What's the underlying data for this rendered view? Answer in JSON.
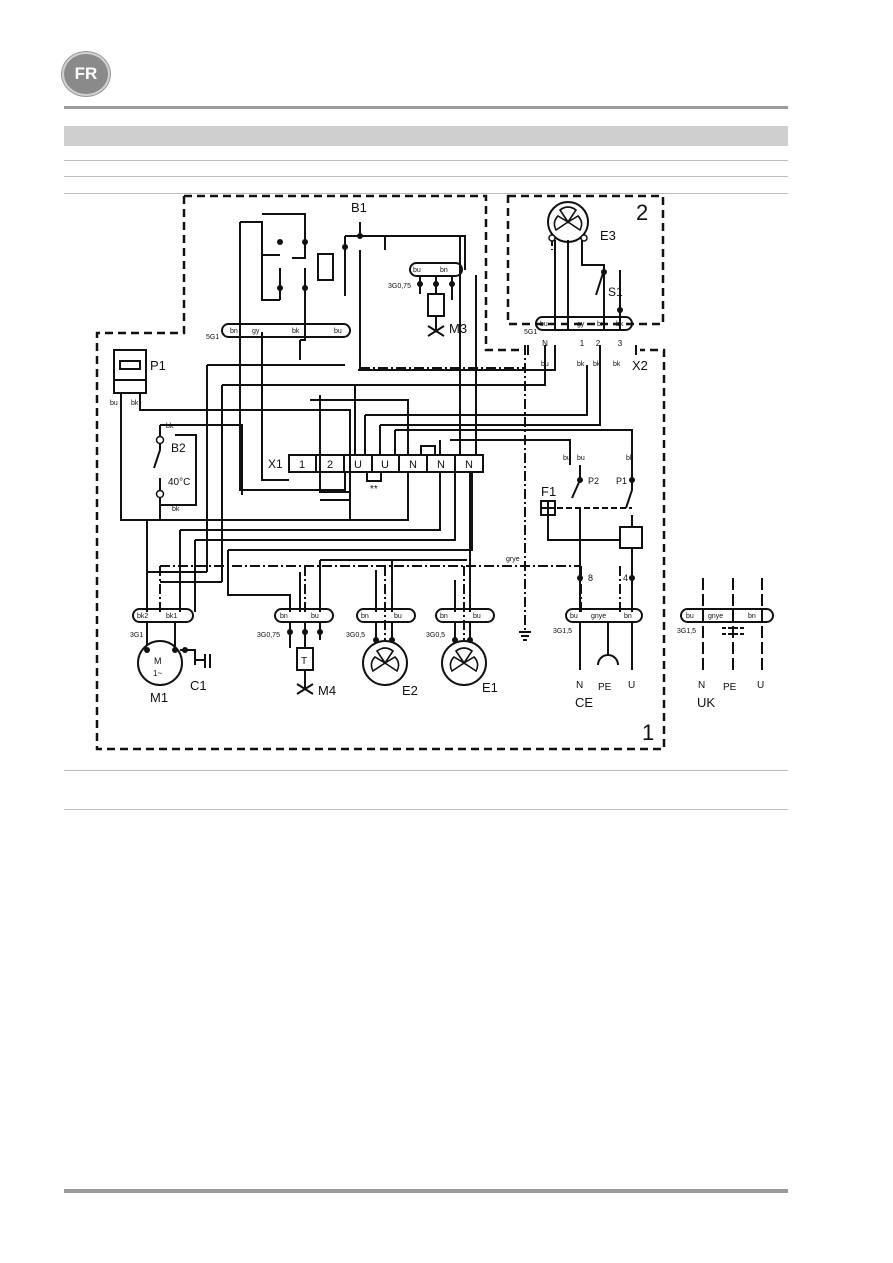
{
  "header": {
    "language_badge": "FR"
  },
  "diagram": {
    "unit1_number": "1",
    "unit2_number": "2",
    "components": {
      "B1": "B1",
      "E3": "E3",
      "S1": "S1",
      "M3": "M3",
      "P1": "P1",
      "B2": "B2",
      "B2_temp": "40°C",
      "X1": "X1",
      "X2": "X2",
      "F1": "F1",
      "M1": "M1",
      "C1": "C1",
      "M4": "M4",
      "E2": "E2",
      "E1": "E1",
      "P1_contact": "P1",
      "P2_contact": "P2"
    },
    "x1_terminals": [
      "1",
      "2",
      "U",
      "U",
      "N",
      "N",
      "N"
    ],
    "x2_terminals": [
      "N",
      "1",
      "2",
      "3"
    ],
    "jumper_mark": "**",
    "wire_codes": {
      "bu": "bu",
      "bn": "bn",
      "bk": "bk",
      "gy": "gy",
      "gnye": "gnye",
      "bk2": "bk2",
      "bk1": "bk1",
      "grye": "grye"
    },
    "cables": {
      "c5g1_left": "5G1",
      "c5g1_right": "5G1",
      "c3g075_m3": "3G0,75",
      "c3g1_m1": "3G1",
      "c3g075_m4": "3G0,75",
      "c3g05_e2": "3G0,5",
      "c3g05_e1": "3G0,5",
      "c3g15_ce": "3G1,5",
      "c3g15_uk": "3G1,5"
    },
    "terminal_numbers": {
      "t8": "8",
      "t4": "4"
    },
    "supply_labels": {
      "N": "N",
      "PE": "PE",
      "U": "U"
    },
    "region_labels": {
      "ce": "CE",
      "uk": "UK"
    },
    "motor_labels": {
      "M": "M",
      "one_phase": "1~",
      "T": "T"
    }
  }
}
